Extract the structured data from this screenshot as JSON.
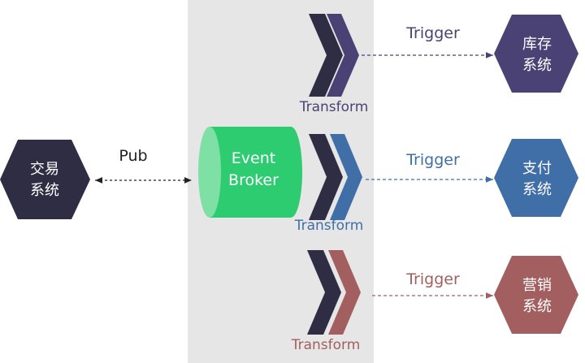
{
  "source": {
    "label_line1": "交易",
    "label_line2": "系统",
    "color": "#2f2d44"
  },
  "pub_label": "Pub",
  "broker": {
    "label_line1": "Event",
    "label_line2": "Broker",
    "color": "#2ecc71"
  },
  "panel_color": "#e6e6e6",
  "routes": [
    {
      "transform_label": "Transform",
      "trigger_label": "Trigger",
      "target_line1": "库存",
      "target_line2": "系统",
      "color": "#4a4275"
    },
    {
      "transform_label": "Transform",
      "trigger_label": "Trigger",
      "target_line1": "支付",
      "target_line2": "系统",
      "color": "#3f6fa6"
    },
    {
      "transform_label": "Transform",
      "trigger_label": "Trigger",
      "target_line1": "营销",
      "target_line2": "系统",
      "color": "#a35f5f"
    }
  ],
  "chevron_dark_color": "#2f2d44"
}
